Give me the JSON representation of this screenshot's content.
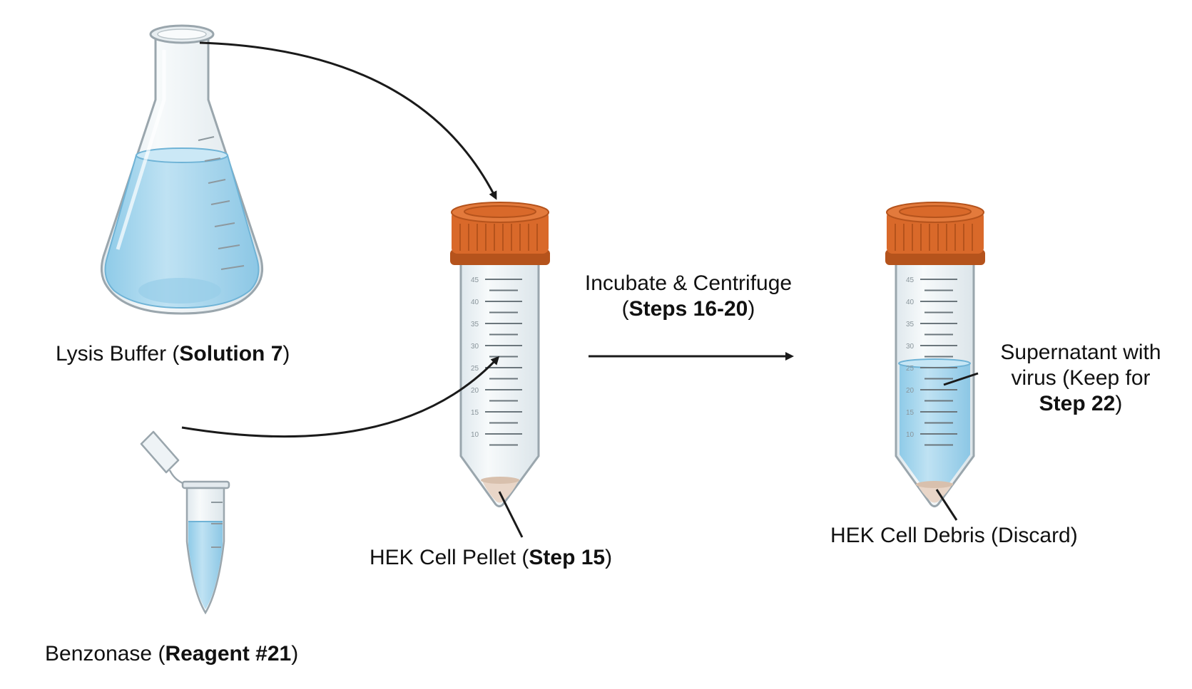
{
  "labels": {
    "lysis": {
      "prefix": "Lysis Buffer (",
      "bold": "Solution 7",
      "suffix": ")"
    },
    "benzonase": {
      "prefix": "Benzonase (",
      "bold": "Reagent #21",
      "suffix": ")"
    },
    "pellet": {
      "prefix": "HEK Cell Pellet (",
      "bold": "Step 15",
      "suffix": ")"
    },
    "process": {
      "line1": "Incubate & Centrifuge",
      "prefix": "(",
      "bold": "Steps 16-20",
      "suffix": ")"
    },
    "supernatant": {
      "line1": "Supernatant with",
      "line2": "virus (Keep for",
      "bold": "Step 22",
      "suffix": ")"
    },
    "debris": {
      "text": "HEK Cell Debris (Discard)"
    }
  },
  "tube_graduations": [
    "45",
    "40",
    "35",
    "30",
    "25",
    "20",
    "15",
    "10"
  ],
  "colors": {
    "cap": "#d9692a",
    "cap_dark": "#b5531c",
    "liquid": "#a9d7ee",
    "liquid_dark": "#7fc0e2",
    "glass": "#eef3f6",
    "glass_edge": "#9aa6ad",
    "pellet": "#e9d6c8",
    "arrow": "#1a1a1a"
  }
}
